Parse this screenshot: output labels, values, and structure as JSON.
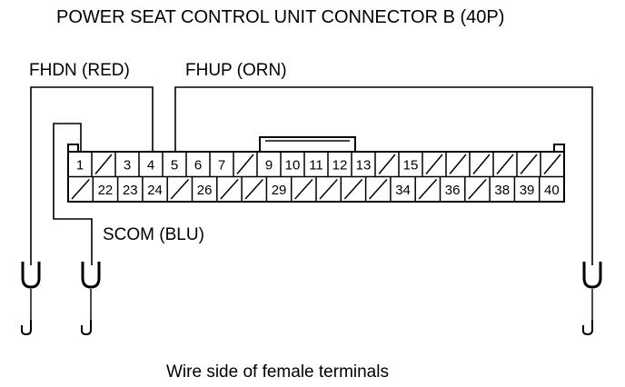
{
  "title": "POWER SEAT CONTROL UNIT CONNECTOR B (40P)",
  "caption": "Wire side of female terminals",
  "wires": {
    "fhdn": "FHDN (RED)",
    "fhup": "FHUP (ORN)",
    "scom": "SCOM (BLU)"
  },
  "connector": {
    "top_row": [
      "1",
      "",
      "3",
      "4",
      "5",
      "6",
      "7",
      "",
      "9",
      "10",
      "11",
      "12",
      "13",
      "",
      "15",
      "",
      "",
      "",
      "",
      "",
      ""
    ],
    "bottom_row": [
      "",
      "22",
      "23",
      "24",
      "",
      "26",
      "",
      "",
      "29",
      "",
      "",
      "",
      "",
      "34",
      "",
      "36",
      "",
      "38",
      "39",
      "40"
    ]
  },
  "colors": {
    "ink": "#000000",
    "background": "#ffffff"
  }
}
